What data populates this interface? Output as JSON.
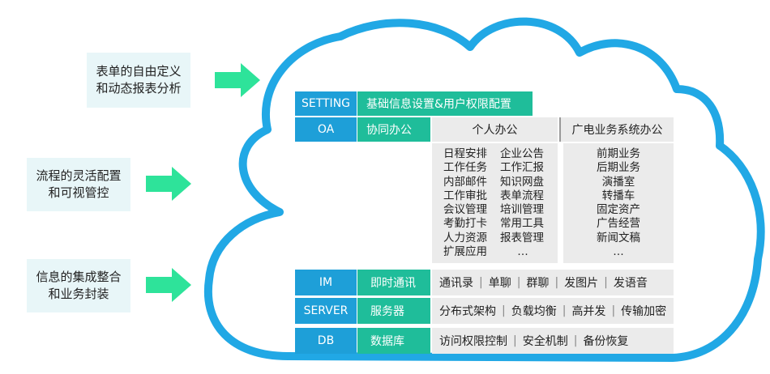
{
  "callouts": [
    {
      "line1": "表单的自由定义",
      "line2": "和动态报表分析"
    },
    {
      "line1": "流程的灵活配置",
      "line2": "和可视管控"
    },
    {
      "line1": "信息的集成整合",
      "line2": "和业务封装"
    }
  ],
  "setting": {
    "label": "SETTING",
    "desc": "基础信息设置&用户权限配置"
  },
  "oa": {
    "label": "OA",
    "desc": "协同办公",
    "personal_header": "个人办公",
    "broadcast_header": "广电业务系统办公"
  },
  "personal_items": [
    "日程安排",
    "企业公告",
    "工作任务",
    "工作汇报",
    "内部邮件",
    "知识网盘",
    "工作审批",
    "表单流程",
    "会议管理",
    "培训管理",
    "考勤打卡",
    "常用工具",
    "人力资源",
    "报表管理",
    "扩展应用",
    "…"
  ],
  "broadcast_items": [
    "前期业务",
    "后期业务",
    "演播室",
    "转播车",
    "固定资产",
    "广告经营",
    "新闻文稿",
    "…"
  ],
  "im": {
    "label": "IM",
    "desc": "即时通讯",
    "items": [
      "通讯录",
      "单聊",
      "群聊",
      "发图片",
      "发语音"
    ]
  },
  "server": {
    "label": "SERVER",
    "desc": "服务器",
    "items": [
      "分布式架构",
      "负载均衡",
      "高并发",
      "传输加密"
    ]
  },
  "db": {
    "label": "DB",
    "desc": "数据库",
    "items": [
      "访问权限控制",
      "安全机制",
      "备份恢复"
    ]
  },
  "colors": {
    "cloud_stroke": "#21a8e5",
    "blue": "#1e9fd8",
    "teal": "#1fbd9a",
    "gray": "#ebebeb",
    "arrow": "#2ee39a",
    "callout_bg": "#e8f6f8"
  }
}
